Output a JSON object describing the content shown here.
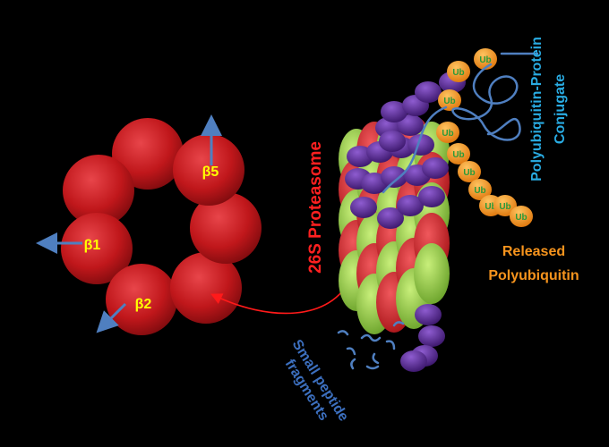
{
  "labels": {
    "beta5": "β5",
    "beta1": "β1",
    "beta2": "β2",
    "proteasome": "26S Proteasome",
    "conjugate_line1": "Polyubiquitin-Protein",
    "conjugate_line2": "Conjugate",
    "released_line1": "Released",
    "released_line2": "Polyubiquitin",
    "fragments_line1": "Small peptide",
    "fragments_line2": "fragments",
    "ub": "Ub"
  },
  "colors": {
    "background": "#000000",
    "ring_red": "#c0171b",
    "proteasome_red": "#d42027",
    "proteasome_green": "#8cc63f",
    "purple": "#5b2d91",
    "ub_orange": "#f7941d",
    "blue": "#4f7fc0",
    "beta_text": "#ffff00",
    "proteasome_label": "#ff2020",
    "conjugate_label": "#29abe2",
    "released_label": "#f7941d",
    "fragments_label": "#3c6fbe",
    "red_arrow": "#ff1a1a"
  }
}
